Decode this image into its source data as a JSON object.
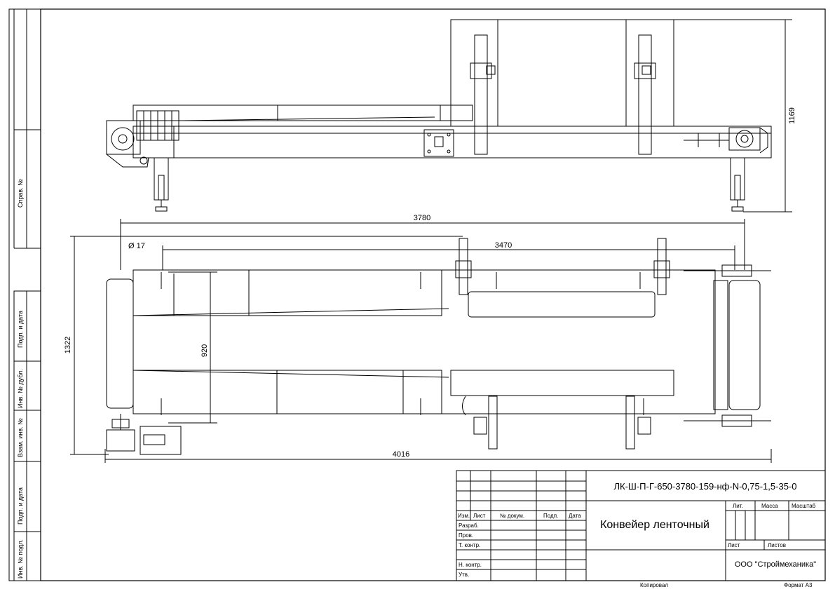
{
  "drawing": {
    "side_labels": [
      "Справ. №",
      "Подп. и дата",
      "Инв. № дубл.",
      "Взам. инв. №",
      "Подп. и дата",
      "Инв. № подл."
    ],
    "dimensions": {
      "height_top": "1169",
      "length_overall": "3780",
      "length_inner": "3470",
      "hole_dia": "Ø 17",
      "width_outer": "1322",
      "width_inner": "920",
      "length_total": "4016"
    },
    "title_block": {
      "designation": "ЛК-Ш-П-Г-650-3780-159-нф-N-0,75-1,5-35-0",
      "name": "Конвейер ленточный",
      "company": "ООО \"Строймеханика\"",
      "col_izm": "Изм.",
      "col_list": "Лист",
      "col_ndoc": "№ докум.",
      "col_podp": "Подп.",
      "col_data": "Дата",
      "row_razrab": "Разраб.",
      "row_prov": "Пров.",
      "row_tkontr": "Т. контр.",
      "row_nkontr": "Н. контр.",
      "row_utv": "Утв.",
      "lit": "Лит.",
      "massa": "Масса",
      "masshtab": "Масштаб",
      "list": "Лист",
      "listov": "Листов"
    },
    "footer": {
      "copied": "Копировал",
      "format": "Формат A3"
    }
  }
}
